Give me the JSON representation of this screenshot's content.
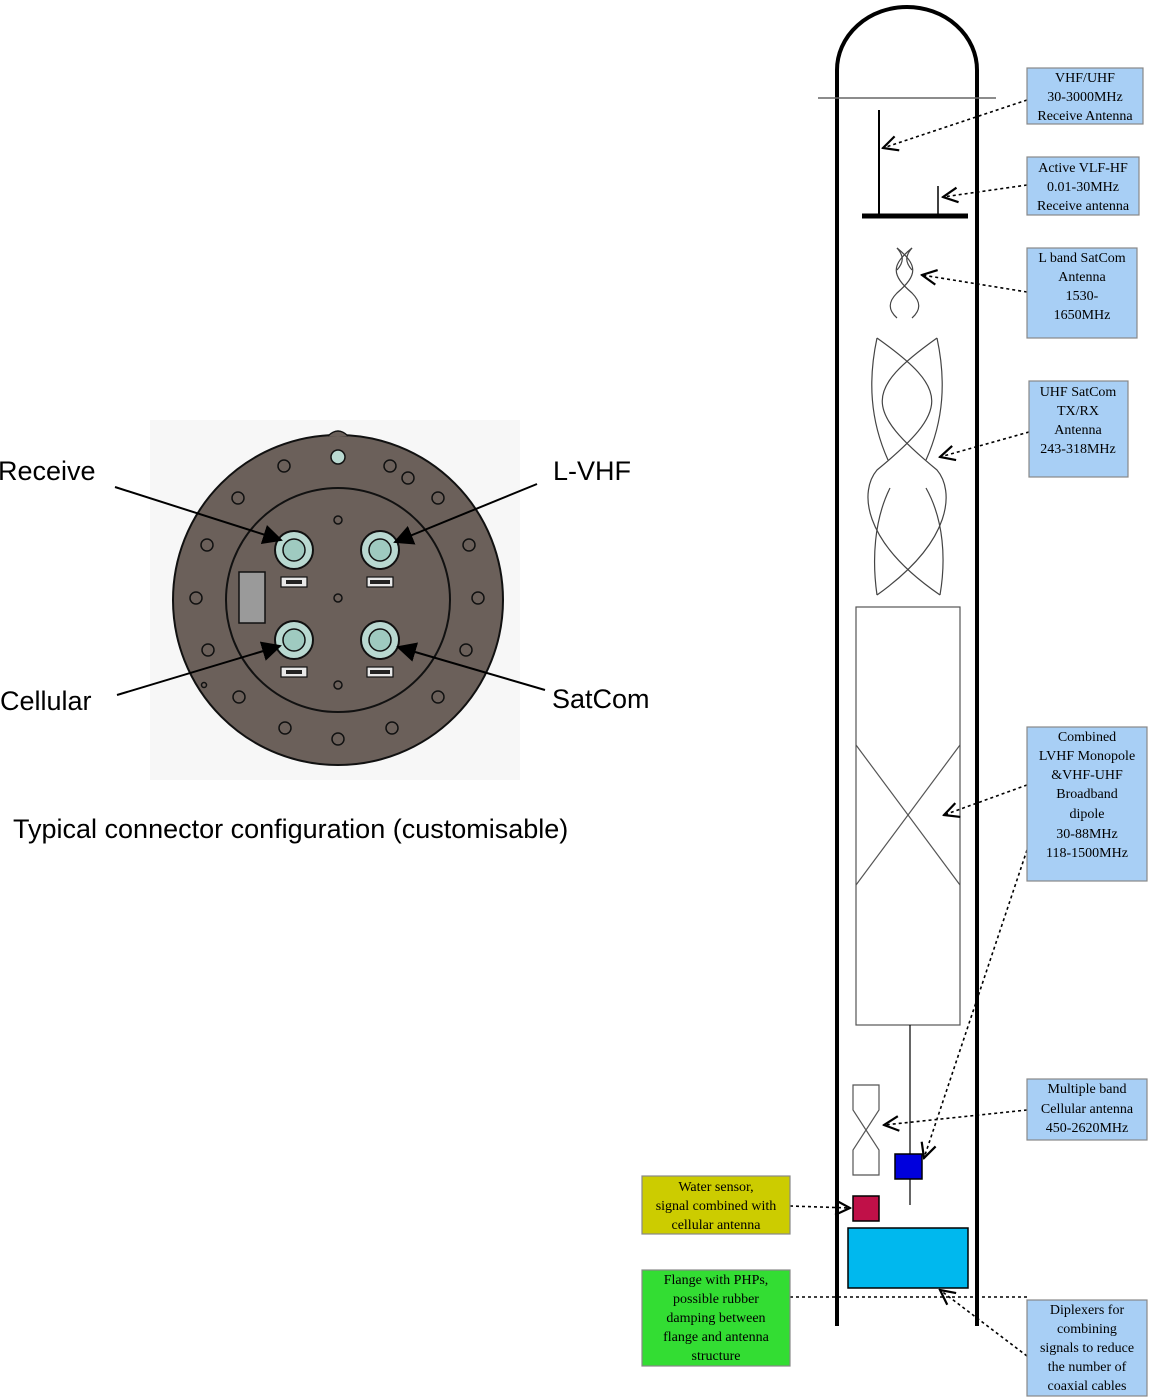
{
  "connector": {
    "labels": {
      "receive": "Receive",
      "lvhf": "L-VHF",
      "cellular": "Cellular",
      "satcom": "SatCom"
    },
    "caption": "Typical connector configuration (customisable)",
    "plate_color": "#6b605a",
    "connector_color": "#b9d9d1"
  },
  "mast": {
    "callouts": {
      "vhf_uhf": [
        "VHF/UHF",
        "30-3000MHz",
        "Receive Antenna"
      ],
      "vlf_hf": [
        "Active VLF-HF",
        "0.01-30MHz",
        "Receive antenna"
      ],
      "lband": [
        "L band SatCom",
        "Antenna",
        "1530-",
        "1650MHz"
      ],
      "uhf_satcom": [
        "UHF SatCom",
        "TX/RX",
        "Antenna",
        "243-318MHz"
      ],
      "combined": [
        "Combined",
        "LVHF Monopole",
        "&VHF-UHF",
        "Broadband",
        "dipole",
        "30-88MHz",
        "118-1500MHz"
      ],
      "cellular": [
        "Multiple band",
        "Cellular antenna",
        "450-2620MHz"
      ],
      "water": [
        "Water sensor,",
        "signal combined with",
        "cellular antenna"
      ],
      "flange": [
        "Flange with PHPs,",
        "possible rubber",
        "damping between",
        "flange and antenna",
        "structure"
      ],
      "diplexers": [
        "Diplexers for",
        "combining",
        "signals to reduce",
        "the number of",
        "coaxial cables"
      ]
    },
    "colors": {
      "blue_box": "#a8cff5",
      "yellow_box": "#cccc00",
      "green_box": "#33dd33",
      "diplexer_fill": "#00b8ee",
      "water_sensor_fill": "#c01048",
      "blue_component": "#0000dd"
    }
  }
}
